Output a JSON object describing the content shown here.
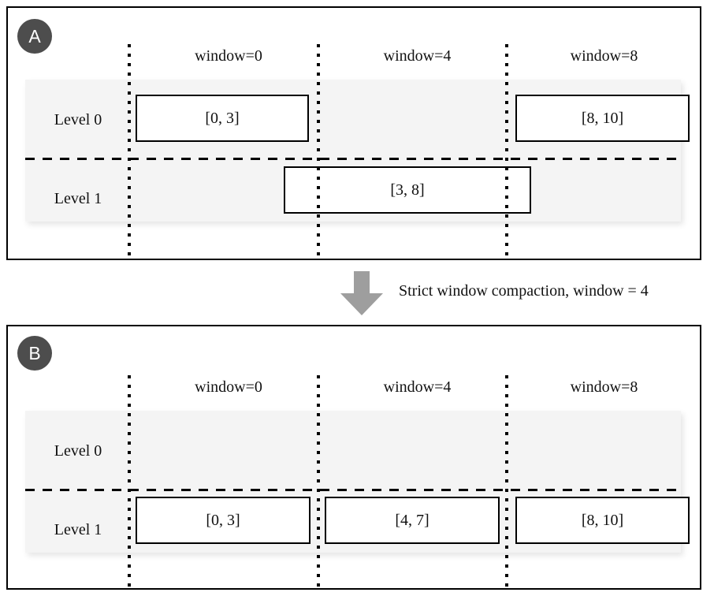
{
  "figure": {
    "transition_caption": "Strict window compaction, window = 4",
    "arrow_icon": "arrow-down-icon",
    "arrow_color": "#9e9e9e",
    "band_color": "#f4f4f4",
    "badge_color": "#4d4d4d",
    "border_color": "#000000"
  },
  "panels": [
    {
      "badge": "A",
      "window_headers": [
        {
          "label": "window=0"
        },
        {
          "label": "window=4"
        },
        {
          "label": "window=8"
        }
      ],
      "levels": [
        {
          "label": "Level 0"
        },
        {
          "label": "Level 1"
        }
      ],
      "boxes": [
        {
          "label": "[0, 3]",
          "level": 0,
          "window": 0
        },
        {
          "label": "[8, 10]",
          "level": 0,
          "window": 2
        },
        {
          "label": "[3, 8]",
          "level": 1,
          "window": 1
        }
      ]
    },
    {
      "badge": "B",
      "window_headers": [
        {
          "label": "window=0"
        },
        {
          "label": "window=4"
        },
        {
          "label": "window=8"
        }
      ],
      "levels": [
        {
          "label": "Level 0"
        },
        {
          "label": "Level 1"
        }
      ],
      "boxes": [
        {
          "label": "[0, 3]",
          "level": 1,
          "window": 0
        },
        {
          "label": "[4, 7]",
          "level": 1,
          "window": 1
        },
        {
          "label": "[8, 10]",
          "level": 1,
          "window": 2
        }
      ]
    }
  ]
}
